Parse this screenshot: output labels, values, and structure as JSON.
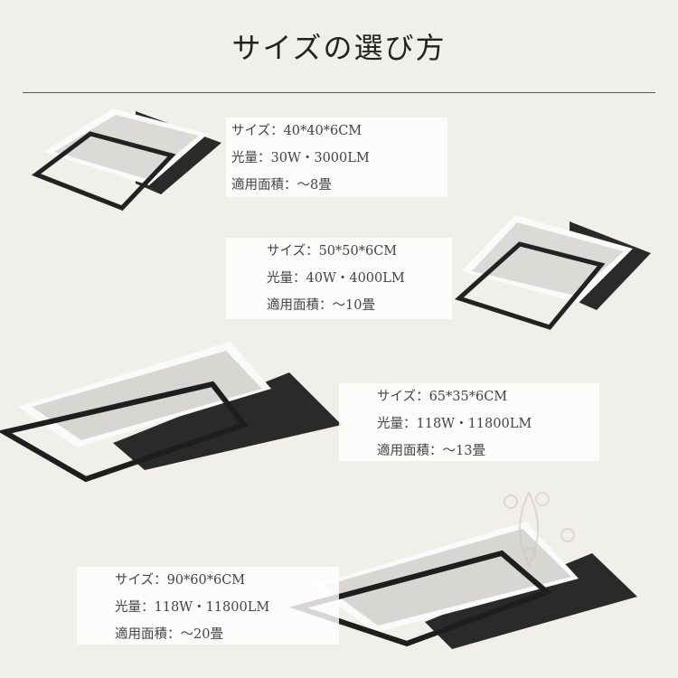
{
  "title": "サイズの選び方",
  "products": [
    {
      "size": "サイズ：40*40*6CM",
      "light": "光量：30W・3000LM",
      "area": "適用面積：～8畳"
    },
    {
      "size": "サイズ：50*50*6CM",
      "light": "光量：40W・4000LM",
      "area": "適用面積：～10畳"
    },
    {
      "size": "サイズ：65*35*6CM",
      "light": "光量：118W・11800LM",
      "area": "適用面積：～13畳"
    },
    {
      "size": "サイズ：90*60*6CM",
      "light": "光量：118W・11800LM",
      "area": "適用面積：～20畳"
    }
  ],
  "colors": {
    "background": "#f1efea",
    "lamp_black": "#2a2a2a",
    "lamp_white": "#e4e2df"
  }
}
